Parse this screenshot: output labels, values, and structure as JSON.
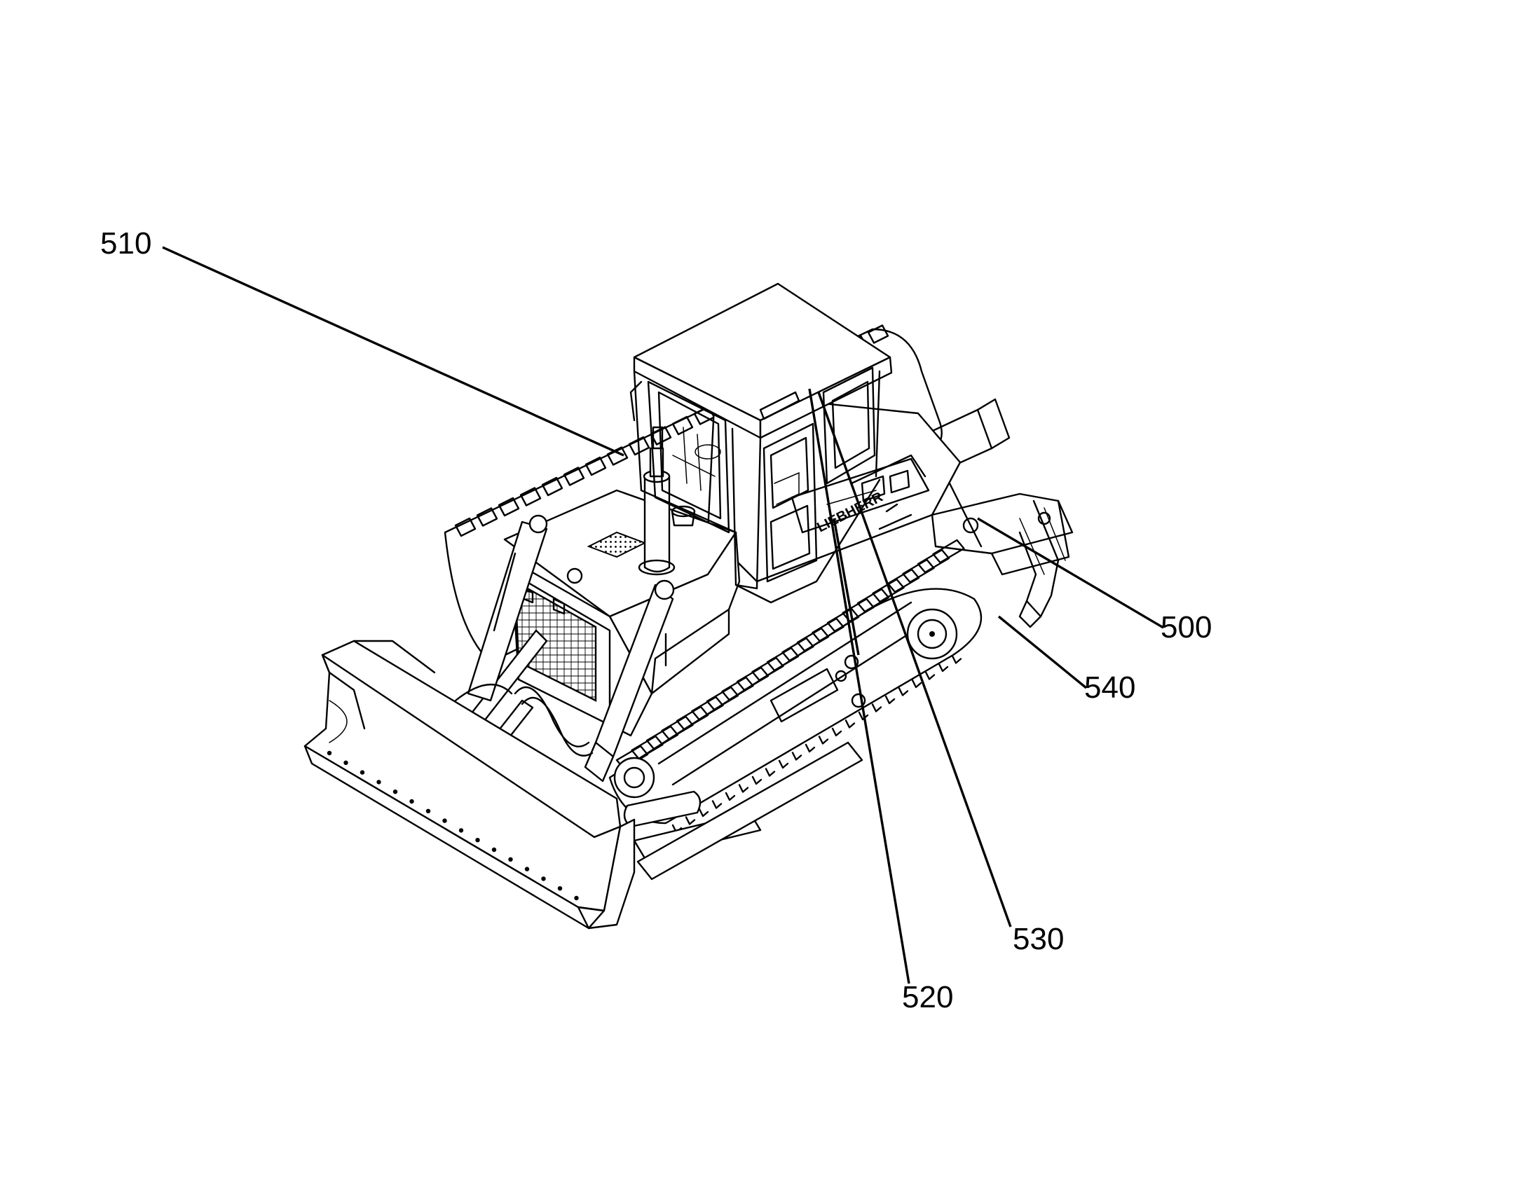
{
  "figure": {
    "reference_labels": [
      {
        "id": "510",
        "text": "510"
      },
      {
        "id": "500",
        "text": "500"
      },
      {
        "id": "540",
        "text": "540"
      },
      {
        "id": "530",
        "text": "530"
      },
      {
        "id": "520",
        "text": "520"
      }
    ],
    "cab_lettering": "LIEBHERR",
    "colors": {
      "line": "#000000",
      "background": "#ffffff"
    }
  }
}
